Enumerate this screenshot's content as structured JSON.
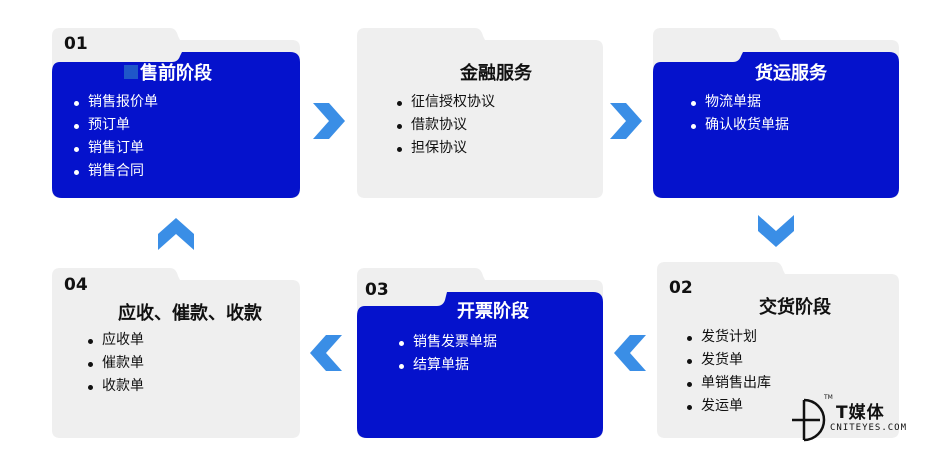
{
  "cards": {
    "presale": {
      "number": "01",
      "title": "售前阶段",
      "items": [
        "销售报价单",
        "预订单",
        "销售订单",
        "销售合同"
      ]
    },
    "finance": {
      "number": "",
      "title": "金融服务",
      "items": [
        "征信授权协议",
        "借款协议",
        "担保协议"
      ]
    },
    "freight": {
      "number": "",
      "title": "货运服务",
      "items": [
        "物流单据",
        "确认收货单据"
      ]
    },
    "delivery": {
      "number": "02",
      "title": "交货阶段",
      "items": [
        "发货计划",
        "发货单",
        "单销售出库",
        "发运单"
      ]
    },
    "invoice": {
      "number": "03",
      "title": "开票阶段",
      "items": [
        "销售发票单据",
        "结算单据"
      ]
    },
    "collection": {
      "number": "04",
      "title": "应收、催款、收款",
      "items": [
        "应收单",
        "催款单",
        "收款单"
      ]
    }
  },
  "logo": {
    "name": "T媒体",
    "domain": "CNITEYES.COM",
    "trademark": "TM"
  },
  "colors": {
    "blue": "#0512CC",
    "gray": "#EFEFEF",
    "arrow": "#3A8EE6"
  }
}
